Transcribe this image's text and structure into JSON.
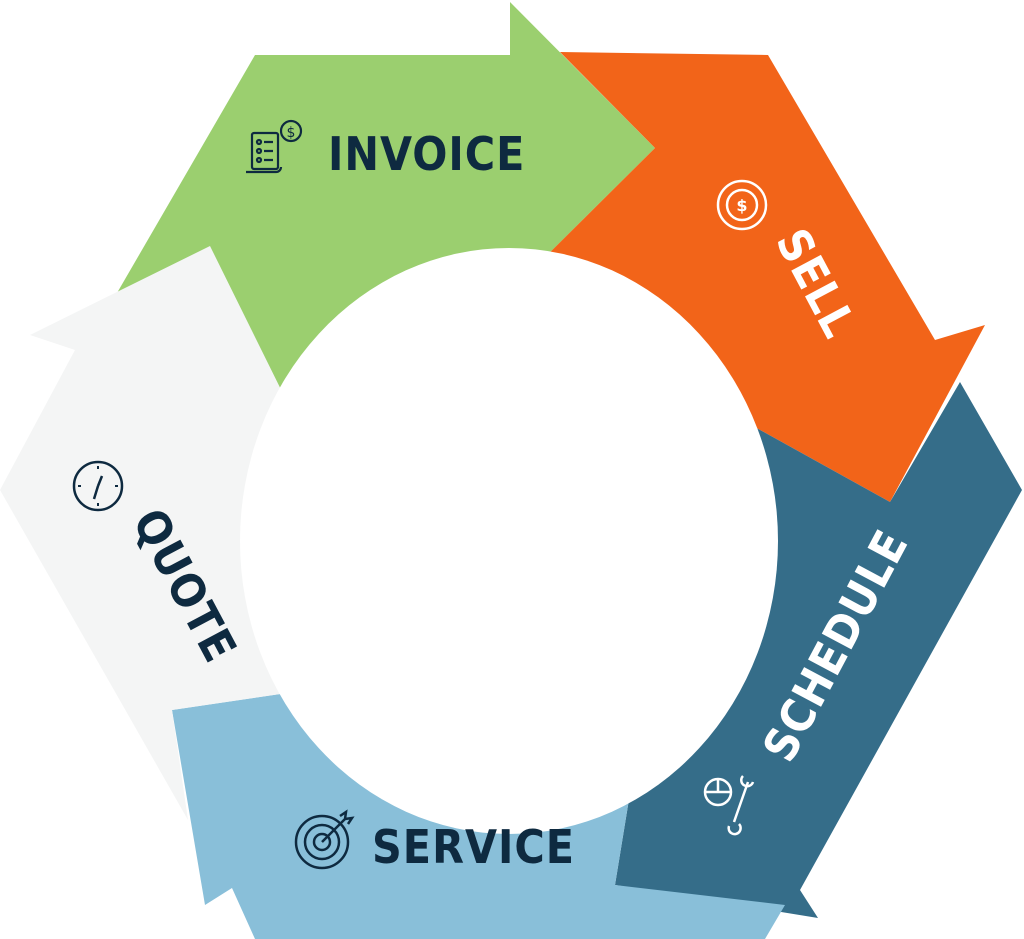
{
  "title": "Business cycle",
  "colors": {
    "invoice": "#9bcf6f",
    "sell": "#f26419",
    "schedule": "#356d89",
    "service": "#89bfd9",
    "quote": "#f4f5f5",
    "dark_text": "#0e2a40",
    "light_text": "#ffffff"
  },
  "steps": [
    {
      "label": "INVOICE",
      "icon": "invoice-receipt-icon"
    },
    {
      "label": "SELL",
      "icon": "dollar-cycle-icon"
    },
    {
      "label": "SCHEDULE",
      "icon": "hardhat-wrench-icon"
    },
    {
      "label": "SERVICE",
      "icon": "target-icon"
    },
    {
      "label": "QUOTE",
      "icon": "clock-icon"
    }
  ]
}
